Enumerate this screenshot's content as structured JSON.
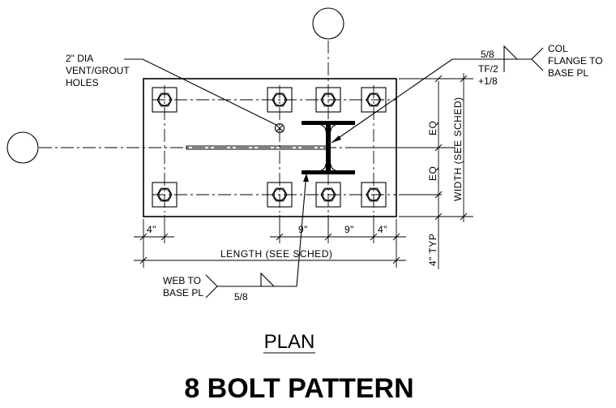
{
  "notes": {
    "vent_holes": [
      "2\" DIA",
      "VENT/GROUT",
      "HOLES"
    ],
    "col_flange": [
      "COL",
      "FLANGE TO",
      "BASE PL"
    ],
    "web_weld": [
      "WEB TO",
      "BASE PL"
    ],
    "flange_weld_size": "5/8",
    "flange_weld_tf": "TF/2",
    "flange_weld_plus": "+1/8",
    "web_weld_size": "5/8"
  },
  "dimensions": {
    "edge_left": "4\"",
    "spacing_1": "9\"",
    "spacing_2": "9\"",
    "edge_right": "4\"",
    "length": "LENGTH (SEE SCHED)",
    "width": "WIDTH (SEE SCHED)",
    "eq_top": "EQ",
    "eq_bottom": "EQ",
    "typ": "4\" TYP"
  },
  "labels": {
    "view": "PLAN",
    "title": "8 BOLT PATTERN"
  }
}
